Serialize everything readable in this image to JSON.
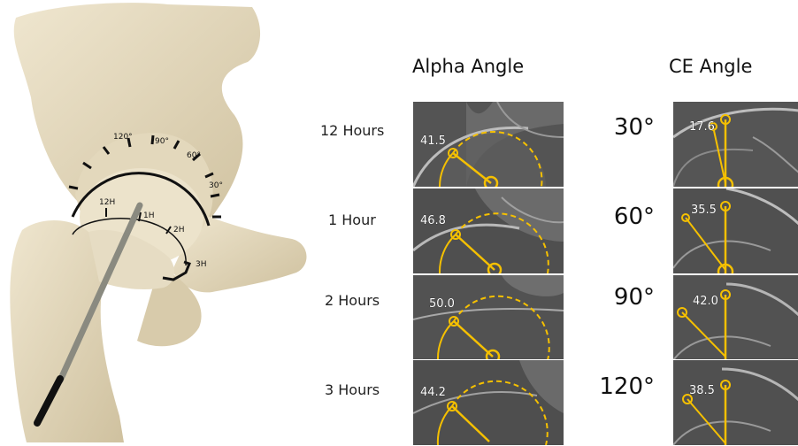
{
  "titles": {
    "alpha": "Alpha Angle",
    "ce": "CE Angle"
  },
  "rows": [
    {
      "time_label": "12 Hours",
      "alpha_value": "41.5",
      "ce_degree": "30°",
      "ce_value": "17.6"
    },
    {
      "time_label": "1 Hour",
      "alpha_value": "46.8",
      "ce_degree": "60°",
      "ce_value": "35.5"
    },
    {
      "time_label": "2 Hours",
      "alpha_value": "50.0",
      "ce_degree": "90°",
      "ce_value": "42.0"
    },
    {
      "time_label": "3 Hours",
      "alpha_value": "44.2",
      "ce_degree": "120°",
      "ce_value": "38.5"
    }
  ],
  "hip_diagram": {
    "acetabular_ticks": [
      "120°",
      "90°",
      "60°",
      "30°"
    ],
    "femoral_ticks": [
      "12H",
      "1H",
      "2H",
      "3H"
    ]
  },
  "colors": {
    "bone": "#e6dcc3",
    "bone_shadow": "#c8b995",
    "overlay": "#f5c000",
    "ct_bg": "#4d4d4d"
  }
}
